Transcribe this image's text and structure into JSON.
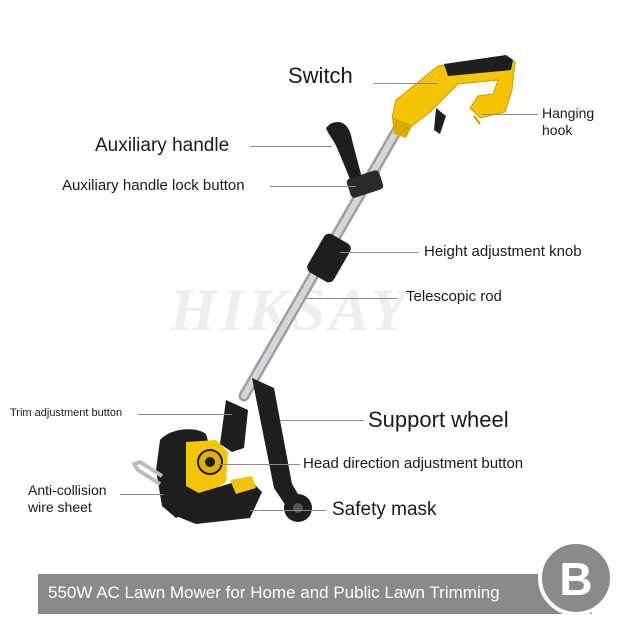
{
  "watermark": "HIKSAY",
  "labels": {
    "switch": "Switch",
    "hanging_hook": "Hanging hook",
    "auxiliary_handle": "Auxiliary handle",
    "auxiliary_handle_lock_button": "Auxiliary handle lock button",
    "height_adjustment_knob": "Height adjustment knob",
    "telescopic_rod": "Telescopic rod",
    "trim_adjustment_button": "Trim adjustment button",
    "support_wheel": "Support wheel",
    "head_direction_adjustment_button": "Head direction adjustment button",
    "anti_collision_wire_sheet": "Anti-collision wire sheet",
    "safety_mask": "Safety mask"
  },
  "banner": {
    "title": "550W AC Lawn Mower for Home and Public Lawn Trimming",
    "badge": "B"
  },
  "colors": {
    "body_yellow": "#f5c400",
    "plastic_black": "#1e1e1e",
    "rod_silver": "#c7ccd1",
    "banner_gray": "#8a8a8a"
  }
}
